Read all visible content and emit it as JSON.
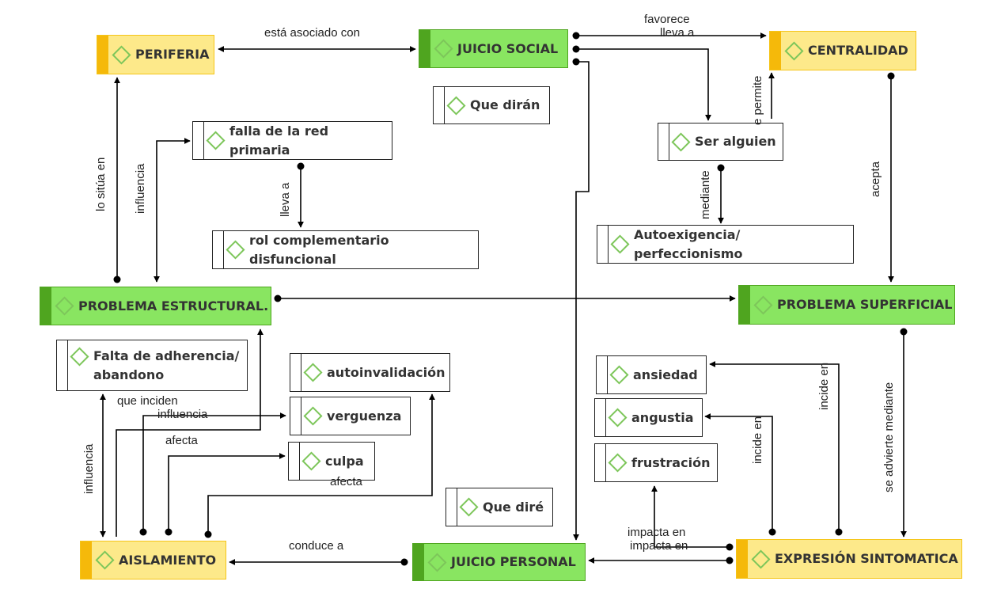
{
  "nodes": {
    "periferia": "PERIFERIA",
    "juicio_social": "JUICIO SOCIAL",
    "centralidad": "CENTRALIDAD",
    "que_diran": "Que dirán",
    "falla_red": "falla de la red primaria",
    "ser_alguien": "Ser alguien",
    "rol_complementario": "rol complementario disfuncional",
    "autoexigencia": "Autoexigencia/ perfeccionismo",
    "problema_estructural": "PROBLEMA ESTRUCTURAL.",
    "problema_superficial": "PROBLEMA SUPERFICIAL",
    "falta_adherencia": "Falta de adherencia/ abandono",
    "autoinvalidacion": "autoinvalidación",
    "verguenza": "verguenza",
    "culpa": "culpa",
    "ansiedad": "ansiedad",
    "angustia": "angustia",
    "frustracion": "frustración",
    "que_dire": "Que diré",
    "aislamiento": "AISLAMIENTO",
    "juicio_personal": "JUICIO PERSONAL",
    "expresion_sintomatica": "EXPRESIÓN SINTOMATICA"
  },
  "links": {
    "esta_asociado": "está asociado con",
    "favorece": "favorece",
    "lleva_a_top": "lleva a",
    "permite": "e permite",
    "lo_situa": "lo sitúa en",
    "influencia_1": "influencia",
    "lleva_a_mid": "lleva a",
    "mediante": "mediante",
    "acepta": "acepta",
    "que_inciden": "que inciden",
    "influencia_2": "influencia",
    "afecta_1": "afecta",
    "afecta_2": "afecta",
    "influencia_3": "influencia",
    "incide_en_1": "incide en",
    "incide_en_2": "incide en",
    "se_advierte": "se advierte mediante",
    "impacta_1": "impacta en",
    "impacta_2": "impacta en",
    "conduce_a": "conduce a"
  },
  "colors": {
    "green_fill": "#89e561",
    "green_bar": "#4fa51f",
    "yellow_fill": "#fde98a",
    "yellow_bar": "#f5b90a",
    "icon": "#7dc65a",
    "line": "#000000"
  }
}
